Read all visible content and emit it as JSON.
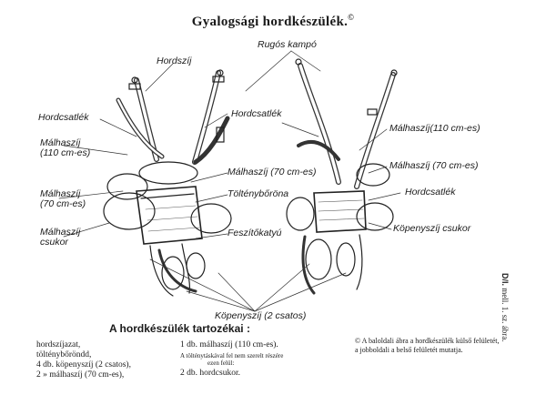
{
  "title": "Gyalogsági hordkészülék.",
  "title_mark": "©",
  "labels": {
    "rugos_kampo": "Rugós kampó",
    "hordszij": "Hordszíj",
    "hordcsatlek_left": "Hordcsatlék",
    "hordcsatlek_mid": "Hordcsatlék",
    "malhaszij_110_left_1": "Málhaszíj",
    "malhaszij_110_left_2": "(110 cm-es)",
    "malhaszij_70_left_1": "Málhaszíj",
    "malhaszij_70_left_2": "(70 cm-es)",
    "malhaszij_csukor_1": "Málhaszíj",
    "malhaszij_csukor_2": "csukor",
    "malhaszij_70_mid": "Málhaszíj (70 cm-es)",
    "toltenyborona": "Tölténybőröna",
    "feszitokatyu": "Feszítőkatyú",
    "malhaszij_110_right": "Málhaszíj(110 cm-es)",
    "malhaszij_70_right": "Málhaszíj (70 cm-es)",
    "hordcsatlek_right": "Hordcsatlék",
    "kopenyszij_csukor": "Köpenyszíj csukor",
    "kopenyszij_2": "Köpenyszíj (2 csatos)"
  },
  "caption": "A hordkészülék tartozékai :",
  "list_left": [
    "hordszíjazat,",
    "tölténybőröndd,",
    "4 db. köpenyszíj (2 csatos),",
    "2 » málhaszíj (70 cm-es),"
  ],
  "list_mid": {
    "line1": "1 db. málhaszíj (110 cm-es).",
    "line2": "A tölténytáskával fel nem szerelt részére",
    "line3": "ezen felül:",
    "line4": "2 db. hordcsukor."
  },
  "note": "© A baloldali ábra a hordkészülék külső felületét, a jobboldali a belső felületét mutatja.",
  "side_text": {
    "bold": "D/l.",
    "rest": "mell. 1. sz. ábra."
  }
}
